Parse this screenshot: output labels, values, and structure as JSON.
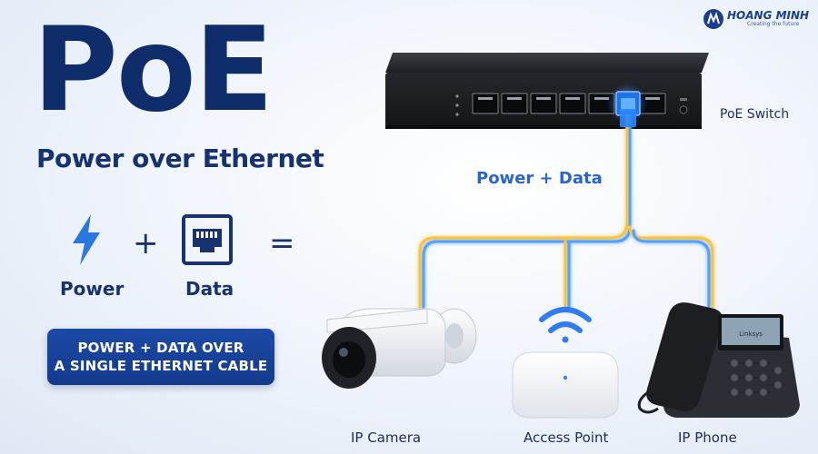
{
  "title": "PoE",
  "subtitle": "Power over Ethernet",
  "equation": {
    "power_label": "Power",
    "plus": "+",
    "data_label": "Data",
    "equals": "="
  },
  "banner": {
    "line1": "POWER + DATA OVER",
    "line2": "A SINGLE ETHERNET CABLE"
  },
  "logo": {
    "name": "HOANG MINH",
    "tagline": "Creating the future"
  },
  "diagram": {
    "switch_label": "PoE Switch",
    "cable_label": "Power + Data",
    "devices": [
      "IP Camera",
      "Access Point",
      "IP Phone"
    ],
    "phone_screen_text": "Linksys"
  },
  "colors": {
    "navy": "#0f2d6b",
    "accent_blue": "#2a66c8",
    "power_glow": "#f5c542",
    "data_glow": "#4fa3ff",
    "banner": "#1c4aa6"
  },
  "icons": {
    "power": "lightning-bolt-icon",
    "data": "ethernet-port-icon",
    "wifi": "wifi-icon",
    "logo": "hoang-minh-logo-icon"
  }
}
